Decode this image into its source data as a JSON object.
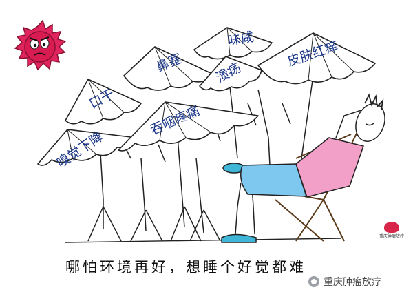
{
  "umbrellas": [
    {
      "id": "mouth-dry",
      "label": "口干"
    },
    {
      "id": "nasal-congestion",
      "label": "鼻塞"
    },
    {
      "id": "taste-salty",
      "label": "味咸"
    },
    {
      "id": "ulcer",
      "label": "溃疡"
    },
    {
      "id": "skin-itch",
      "label": "皮肤红痒"
    },
    {
      "id": "smell-decline",
      "label": "嗅觉下降"
    },
    {
      "id": "swallow-pain",
      "label": "吞咽疼痛"
    }
  ],
  "caption": "哪怕环境再好，想睡个好觉都难",
  "watermark": {
    "icon": "wechat-icon",
    "text": "重庆肿瘤放疗"
  },
  "logo": {
    "text": "重庆肿瘤放疗"
  },
  "colors": {
    "sun": "#e0245e",
    "label": "#1f3a8a",
    "shirt": "#f3a0c8",
    "shorts": "#7ec8f0",
    "shoes": "#3fb6d8",
    "chair": "#5a3a1a"
  }
}
